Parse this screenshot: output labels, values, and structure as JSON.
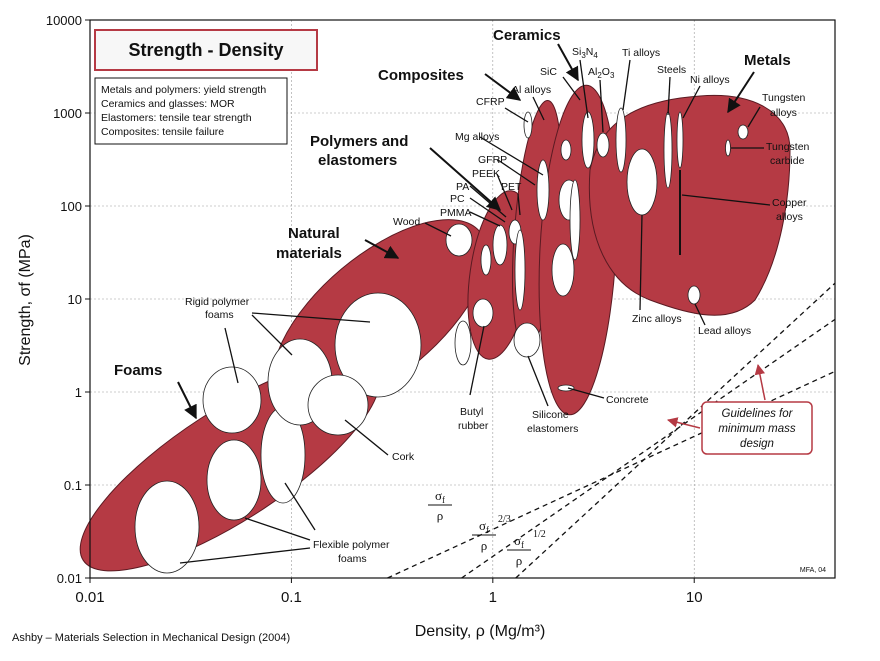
{
  "chart_data": {
    "type": "scatter",
    "title": "Strength - Density",
    "xlabel": "Density, ρ (Mg/m³)",
    "ylabel": "Strength, σf (MPa)",
    "xscale": "log",
    "yscale": "log",
    "xlim": [
      0.01,
      50
    ],
    "ylim": [
      0.01,
      10000
    ],
    "xticks": [
      "0.01",
      "0.1",
      "1",
      "10"
    ],
    "yticks": [
      "0.01",
      "0.1",
      "1",
      "10",
      "100",
      "1000",
      "10000"
    ],
    "grid": true,
    "legend": {
      "position": "top-left",
      "entries": [
        "Metals and polymers: yield strength",
        "Ceramics and glasses: MOR",
        "Elastomers: tensile tear strength",
        "Composites: tensile failure"
      ]
    },
    "families": [
      {
        "name": "Foams"
      },
      {
        "name": "Natural materials"
      },
      {
        "name": "Polymers and elastomers"
      },
      {
        "name": "Composites"
      },
      {
        "name": "Ceramics"
      },
      {
        "name": "Metals"
      }
    ],
    "materials": [
      {
        "name": "Rigid polymer foams"
      },
      {
        "name": "Flexible polymer foams"
      },
      {
        "name": "Cork"
      },
      {
        "name": "Wood"
      },
      {
        "name": "PMMA"
      },
      {
        "name": "PC"
      },
      {
        "name": "PA"
      },
      {
        "name": "PEEK"
      },
      {
        "name": "PET"
      },
      {
        "name": "GFRP"
      },
      {
        "name": "Mg alloys"
      },
      {
        "name": "CFRP"
      },
      {
        "name": "Al alloys"
      },
      {
        "name": "SiC"
      },
      {
        "name": "Si3N4"
      },
      {
        "name": "Al2O3"
      },
      {
        "name": "Ti alloys"
      },
      {
        "name": "Steels"
      },
      {
        "name": "Ni alloys"
      },
      {
        "name": "Tungsten alloys"
      },
      {
        "name": "Tungsten carbide"
      },
      {
        "name": "Copper alloys"
      },
      {
        "name": "Zinc alloys"
      },
      {
        "name": "Lead alloys"
      },
      {
        "name": "Butyl rubber"
      },
      {
        "name": "Silicone elastomers"
      },
      {
        "name": "Concrete"
      }
    ],
    "guidelines": {
      "label": "Guidelines for minimum mass design",
      "indices": [
        {
          "num": "σf",
          "den": "ρ",
          "exp": "",
          "slope": 1,
          "x0": 0.3,
          "y0": 0.01
        },
        {
          "num": "σf",
          "den": "ρ",
          "exp": "2/3",
          "slope": 1.5,
          "x0": 0.7,
          "y0": 0.01
        },
        {
          "num": "σf",
          "den": "ρ",
          "exp": "1/2",
          "slope": 2,
          "x0": 1.3,
          "y0": 0.01
        }
      ]
    },
    "annotations": [
      "MFA, 04"
    ]
  },
  "source": "Ashby – Materials Selection in Mechanical Design (2004)",
  "colors": {
    "bubble": "#b53a44",
    "bubble_stroke": "#5a1a22",
    "guide_box": "#b53a44"
  }
}
